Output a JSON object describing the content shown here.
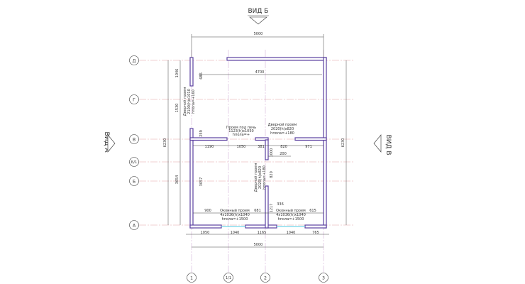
{
  "views": {
    "top": "ВИД Б",
    "left": "ВИД А",
    "right": "ВИД В"
  },
  "axes": {
    "rows": [
      "Д",
      "Г",
      "В",
      "Б/1",
      "Б",
      "А"
    ],
    "cols": [
      "1",
      "1/1",
      "2",
      "3"
    ]
  },
  "dims": {
    "top_total": "5000",
    "inner_width": "4700",
    "bottom_total": "5000",
    "bottom_chain": [
      "1050",
      "1040",
      "1165",
      "1040",
      "765"
    ],
    "inner_bottom": [
      "900",
      "681",
      "615"
    ],
    "inner_mid": [
      "1190",
      "1050",
      "381",
      "820",
      "971"
    ],
    "mid_200": "200",
    "dim_336": "336",
    "left_total": "6230",
    "right_total": "6230",
    "left_chain": [
      "1046",
      "1530",
      "3654"
    ],
    "left_inner": [
      "686",
      "259",
      "3057"
    ],
    "vert_mid": [
      "1000",
      "820",
      "1217"
    ]
  },
  "labels": {
    "door_left_v": "Дверной проем",
    "door_left_size": "2100(h)х1010",
    "door_left_pol": "hпола=+160",
    "stove": "Проем под печь",
    "stove_size": "1123(h)х1050",
    "stove_pol": "hпола=+",
    "door_right": "Дверной проем",
    "door_right_size": "2020(h)х820",
    "door_right_pol": "hпола=+180",
    "door_mid_v": "Дверной проем",
    "door_mid_size": "2020(h)х820",
    "door_mid_pol": "hпола=+180",
    "win_left": "Оконный проем",
    "win_left_size": "4х1036(h)х1040",
    "win_left_pol": "hпола=+1500",
    "win_right": "Оконный проем",
    "win_right_size": "4х1036(h)х1040",
    "win_right_pol": "hпола=+1500"
  },
  "colors": {
    "wall_stroke": "#5b3fa0",
    "axis_line": "#e2a0a4",
    "window": "#6fd3e6"
  }
}
